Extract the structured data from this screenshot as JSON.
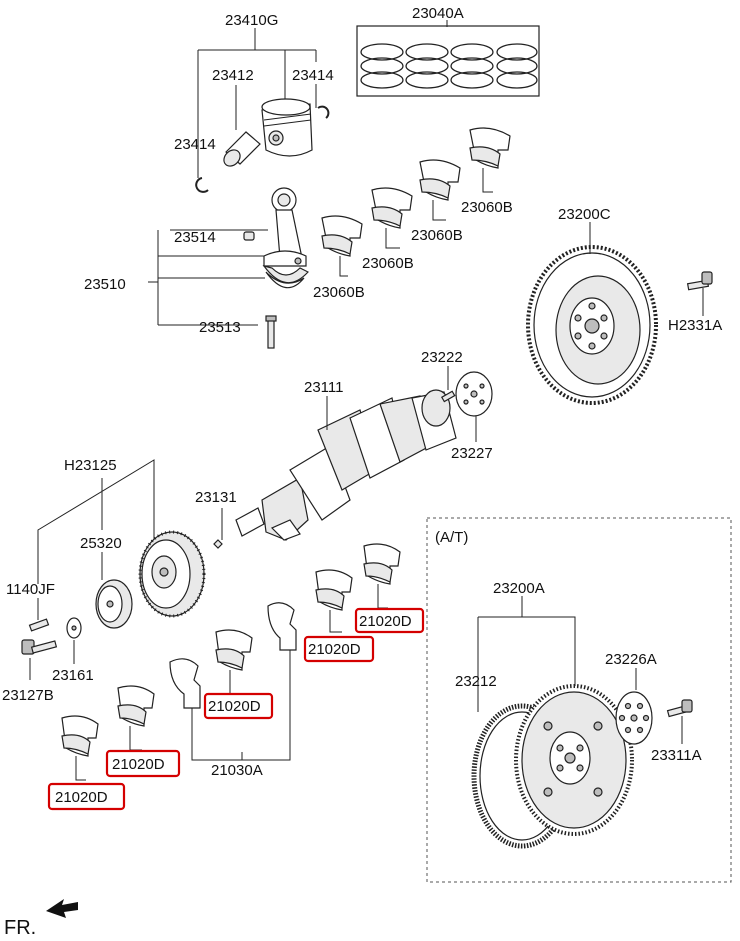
{
  "labels": {
    "l23410G": "23410G",
    "l23040A": "23040A",
    "l23412": "23412",
    "l23414a": "23414",
    "l23414b": "23414",
    "l23514": "23514",
    "l23510": "23510",
    "l23513": "23513",
    "l23060Ba": "23060B",
    "l23060Bb": "23060B",
    "l23060Bc": "23060B",
    "l23060Bd": "23060B",
    "l23200C": "23200C",
    "lH2331A": "H2331A",
    "l23222": "23222",
    "l23111": "23111",
    "l23227": "23227",
    "lH23125": "H23125",
    "l23131": "23131",
    "l25320": "25320",
    "l1140JF": "1140JF",
    "l23161": "23161",
    "l23127B": "23127B",
    "l21030A": "21030A",
    "lAT": "(A/T)",
    "l23200A": "23200A",
    "l23212": "23212",
    "l23226A": "23226A",
    "l23311A": "23311A",
    "lFR": "FR."
  },
  "highlighted": [
    "21020D",
    "21020D",
    "21020D",
    "21020D",
    "21020D"
  ],
  "colors": {
    "highlight": "#d40000",
    "line": "#222222"
  },
  "icons": {
    "front_arrow": "arrow-left-icon"
  }
}
